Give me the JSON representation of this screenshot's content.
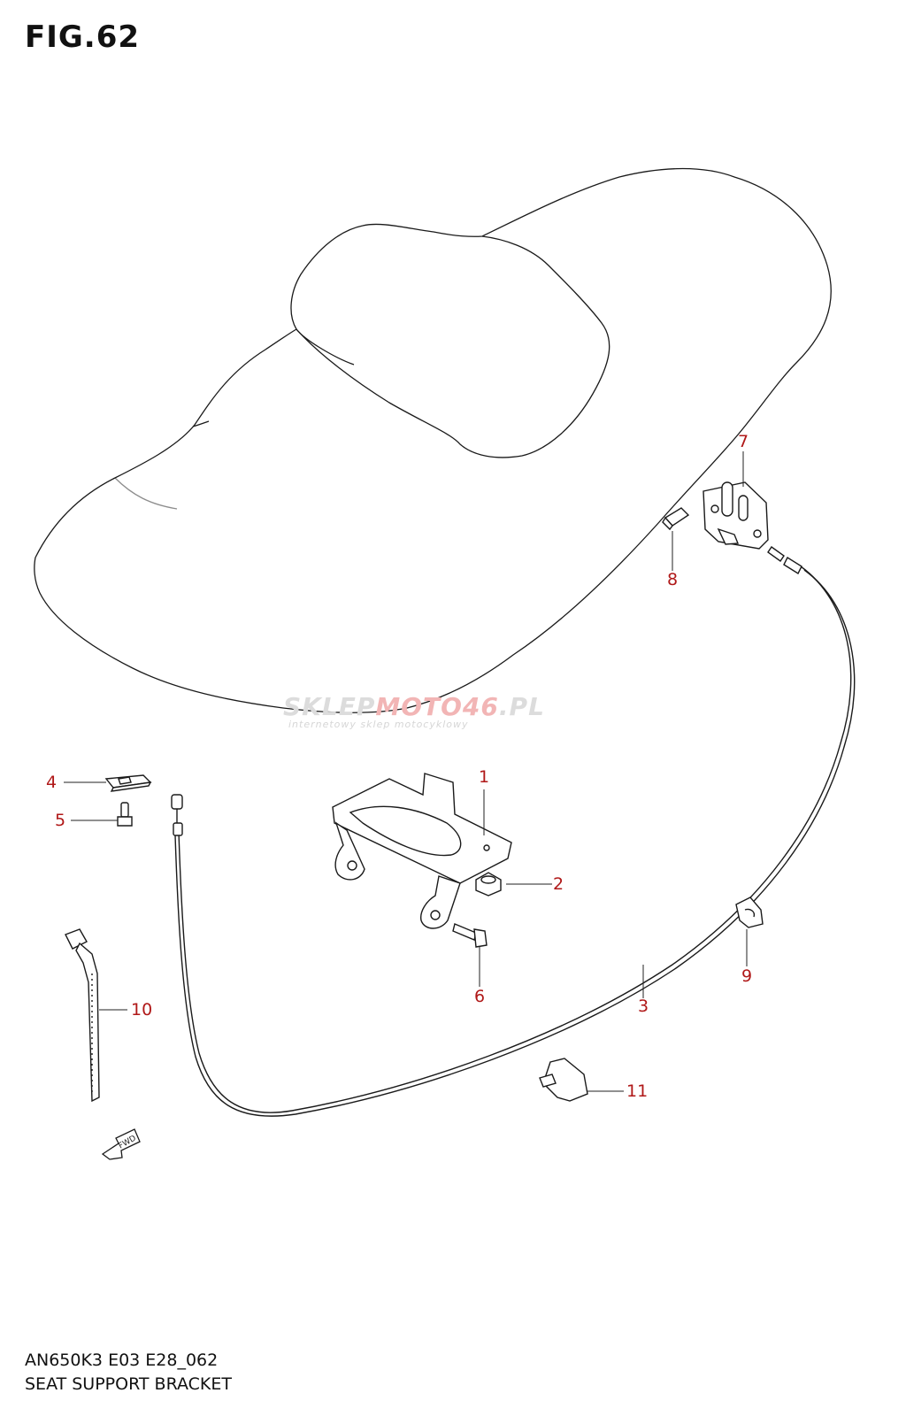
{
  "figure": {
    "title": "FIG.62",
    "model_code": "AN650K3 E03 E28_062",
    "caption": "SEAT SUPPORT BRACKET"
  },
  "watermark": {
    "main_prefix": "SKLEP",
    "main_accent": "MOTO46",
    "main_suffix": ".PL",
    "tagline": "internetowy sklep motocyklowy"
  },
  "direction_marker": {
    "label": "FWD"
  },
  "callouts": [
    {
      "id": "1",
      "label": "1"
    },
    {
      "id": "2",
      "label": "2"
    },
    {
      "id": "3",
      "label": "3"
    },
    {
      "id": "4",
      "label": "4"
    },
    {
      "id": "5",
      "label": "5"
    },
    {
      "id": "6",
      "label": "6"
    },
    {
      "id": "7",
      "label": "7"
    },
    {
      "id": "8",
      "label": "8"
    },
    {
      "id": "9",
      "label": "9"
    },
    {
      "id": "10",
      "label": "10"
    },
    {
      "id": "11",
      "label": "11"
    }
  ],
  "colors": {
    "line": "#1a1a1a",
    "callout": "#b01818",
    "leader": "#222222"
  }
}
